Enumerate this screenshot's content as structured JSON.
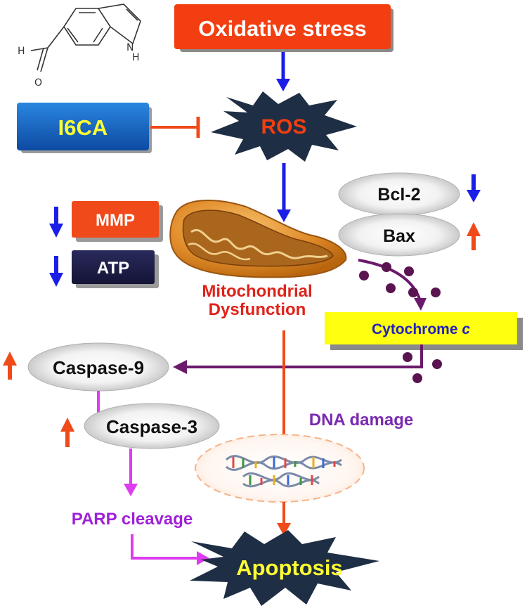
{
  "molecule": {
    "atom_h": "H",
    "atom_o": "O",
    "atom_nh_n": "N",
    "atom_nh_h": "H"
  },
  "nodes": {
    "oxidative_stress": "Oxidative stress",
    "i6ca": "I6CA",
    "ros": "ROS",
    "bcl2": "Bcl-2",
    "bax": "Bax",
    "mmp": "MMP",
    "atp": "ATP",
    "mitochondrial_line1": "Mitochondrial",
    "mitochondrial_line2": "Dysfunction",
    "cytochrome": "Cytochrome",
    "cytochrome_italic": "c",
    "caspase9": "Caspase-9",
    "caspase3": "Caspase-3",
    "dna_damage": "DNA damage",
    "parp": "PARP cleavage",
    "apoptosis": "Apoptosis"
  },
  "indicators": {
    "bcl2": "down",
    "bax": "up",
    "mmp": "down",
    "atp": "down",
    "caspase9": "up",
    "caspase3": "up"
  },
  "colors": {
    "blue_arrow": "#1a1ee6",
    "red_arrow": "#f04a1a",
    "purple_arrow": "#6b1a6b",
    "magenta_arrow": "#dd3cf0",
    "oxidative_box": "#f23e10",
    "i6ca_box": "#1466c8",
    "i6ca_text": "#ffff33",
    "star": "#1e2e44",
    "ros_text": "#f23e10",
    "mmp_box": "#f04a1a",
    "atp_box": "#1a1a48",
    "mito_text": "#e0221a",
    "cyto_box": "#ffff10",
    "cyto_text": "#2020c0",
    "dna_text": "#7a2ab0",
    "apoptosis_text": "#ffff33",
    "dot": "#5a1450"
  }
}
